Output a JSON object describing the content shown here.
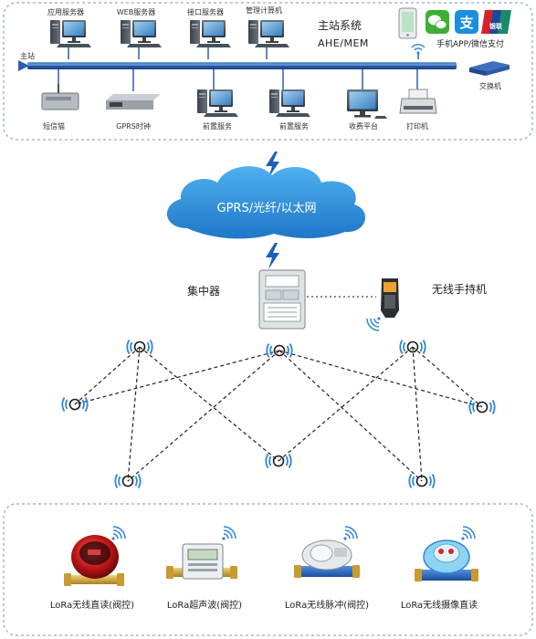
{
  "title": {
    "main_system": "主站系统",
    "ahe_mem": "AHE/MEM",
    "mobile_pay": "手机APP/微信支付"
  },
  "labels": {
    "bus": "主站",
    "switch": "交换机",
    "network": "GPRS/光纤/以太网",
    "concentrator": "集中器",
    "handheld": "无线手持机",
    "alipay_glyph": "支",
    "unionpay_glyph": "银联"
  },
  "servers_top": [
    {
      "label": "应用服务器"
    },
    {
      "label": "WEB服务器"
    },
    {
      "label": "接口服务器"
    },
    {
      "label": "管理计算机"
    }
  ],
  "devices_bottom": [
    {
      "label": "短信猫"
    },
    {
      "label": "GPRS时钟"
    },
    {
      "label": "前置服务"
    },
    {
      "label": "前置服务"
    },
    {
      "label": "收费平台"
    },
    {
      "label": "打印机"
    }
  ],
  "meters": [
    {
      "label": "LoRa无线直读(阀控)"
    },
    {
      "label": "LoRa超声波(阀控)"
    },
    {
      "label": "LoRa无线脉冲(阀控)"
    },
    {
      "label": "LoRa无线摄像直读"
    }
  ],
  "colors": {
    "frame_border": "#9fb8d8",
    "bus": "#2a5db0",
    "cloud": "#2e8fd6",
    "wifi": "#2f86d8",
    "lightning": "#1d5fb8"
  }
}
